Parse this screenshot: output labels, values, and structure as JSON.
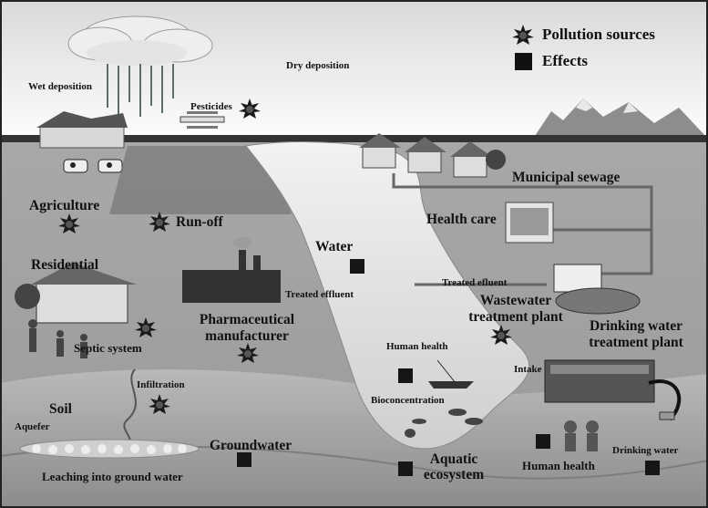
{
  "legend": {
    "pollution_sources": "Pollution sources",
    "effects": "Effects"
  },
  "labels": {
    "wet_deposition": "Wet deposition",
    "dry_deposition": "Dry deposition",
    "pesticides": "Pesticides",
    "municipal_sewage": "Municipal sewage",
    "agriculture": "Agriculture",
    "run_off": "Run-off",
    "health_care": "Health care",
    "water": "Water",
    "residential": "Residential",
    "treated_effluent_left": "Treated effluent",
    "treated_effluent_right": "Treated efluent",
    "pharma_line1": "Pharmaceutical",
    "pharma_line2": "manufacturer",
    "wwtp_line1": "Wastewater",
    "wwtp_line2": "treatment plant",
    "dwtp_line1": "Drinking water",
    "dwtp_line2": "treatment plant",
    "septic_system": "Septic system",
    "human_health_mid": "Human health",
    "intake": "Intake",
    "infiltration": "Infiltration",
    "bioconcentration": "Bioconcentration",
    "soil": "Soil",
    "aquefer": "Aquefer",
    "groundwater": "Groundwater",
    "leaching": "Leaching into ground water",
    "aquatic_line1": "Aquatic",
    "aquatic_line2": "ecosystem",
    "human_health_bottom": "Human health",
    "drinking_water": "Drinking water"
  }
}
